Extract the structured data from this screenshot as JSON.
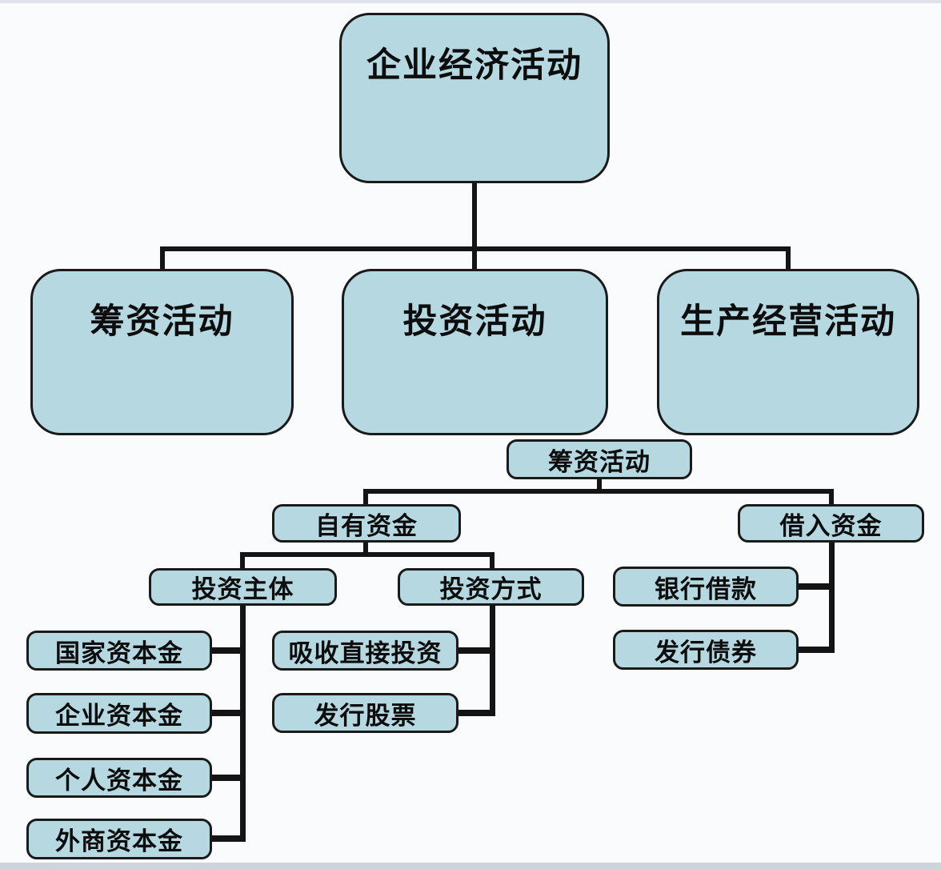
{
  "colors": {
    "node_fill": "#b6d8e1",
    "node_border": "#1a1a1a",
    "connector": "#141414",
    "background": "#fafbfd",
    "edge_top": "#dde3e9",
    "edge_bottom": "#cdd4dc"
  },
  "tree1": {
    "root": "企业经济活动",
    "children": [
      "筹资活动",
      "投资活动",
      "生产经营活动"
    ]
  },
  "tree2": {
    "root": "筹资活动",
    "level1": [
      "自有资金",
      "借入资金"
    ],
    "own_children": [
      "投资主体",
      "投资方式"
    ],
    "subject_items": [
      "国家资本金",
      "企业资本金",
      "个人资本金",
      "外商资本金"
    ],
    "method_items": [
      "吸收直接投资",
      "发行股票"
    ],
    "borrowed_items": [
      "银行借款",
      "发行债券"
    ]
  }
}
